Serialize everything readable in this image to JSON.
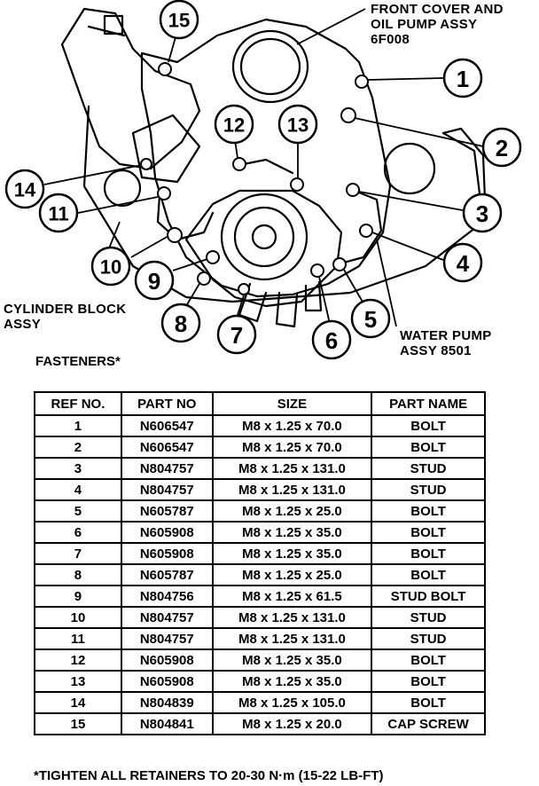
{
  "labels": {
    "front_cover": [
      "FRONT COVER AND",
      "OIL PUMP ASSY",
      "6F008"
    ],
    "cylinder_block": [
      "CYLINDER BLOCK",
      "ASSY"
    ],
    "water_pump": [
      "WATER PUMP",
      "ASSY 8501"
    ]
  },
  "callouts": [
    "1",
    "2",
    "3",
    "4",
    "5",
    "6",
    "7",
    "8",
    "9",
    "10",
    "11",
    "12",
    "13",
    "14",
    "15"
  ],
  "fasteners_title": "FASTENERS*",
  "table": {
    "headers": [
      "REF NO.",
      "PART NO",
      "SIZE",
      "PART NAME"
    ],
    "rows": [
      [
        "1",
        "N606547",
        "M8 x 1.25 x 70.0",
        "BOLT"
      ],
      [
        "2",
        "N606547",
        "M8 x 1.25 x 70.0",
        "BOLT"
      ],
      [
        "3",
        "N804757",
        "M8 x 1.25 x 131.0",
        "STUD"
      ],
      [
        "4",
        "N804757",
        "M8 x 1.25 x 131.0",
        "STUD"
      ],
      [
        "5",
        "N605787",
        "M8 x 1.25 x 25.0",
        "BOLT"
      ],
      [
        "6",
        "N605908",
        "M8 x 1.25 x 35.0",
        "BOLT"
      ],
      [
        "7",
        "N605908",
        "M8 x 1.25 x 35.0",
        "BOLT"
      ],
      [
        "8",
        "N605787",
        "M8 x 1.25 x 25.0",
        "BOLT"
      ],
      [
        "9",
        "N804756",
        "M8 x 1.25 x 61.5",
        "STUD BOLT"
      ],
      [
        "10",
        "N804757",
        "M8 x 1.25 x 131.0",
        "STUD"
      ],
      [
        "11",
        "N804757",
        "M8 x 1.25 x 131.0",
        "STUD"
      ],
      [
        "12",
        "N605908",
        "M8 x 1.25 x 35.0",
        "BOLT"
      ],
      [
        "13",
        "N605908",
        "M8 x 1.25 x 35.0",
        "BOLT"
      ],
      [
        "14",
        "N804839",
        "M8 x 1.25 x 105.0",
        "BOLT"
      ],
      [
        "15",
        "N804841",
        "M8 x 1.25 x 20.0",
        "CAP SCREW"
      ]
    ]
  },
  "footnote": "*TIGHTEN ALL RETAINERS TO 20-30 N·m (15-22 LB-FT)"
}
